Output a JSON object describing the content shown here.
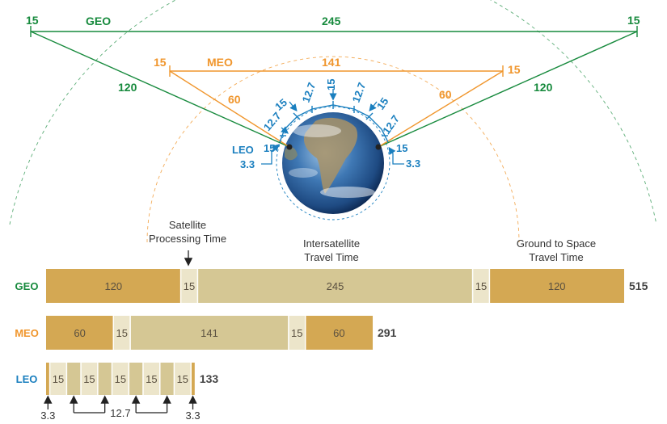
{
  "colors": {
    "geo": "#178a3d",
    "meo": "#f0962d",
    "leo": "#1a7fbf",
    "ground": "#d4a853",
    "processing": "#ece5ca",
    "intersat": "#d5c794",
    "total": "#444444"
  },
  "orbit_diagram": {
    "geo": {
      "label": "GEO",
      "sat_proc_left": "15",
      "intersat": "245",
      "sat_proc_right": "15",
      "uplink": "120",
      "downlink": "120"
    },
    "meo": {
      "label": "MEO",
      "sat_proc_left": "15",
      "intersat": "141",
      "sat_proc_right": "15",
      "uplink": "60",
      "downlink": "60"
    },
    "leo": {
      "label": "LEO",
      "proc_labels": [
        "15",
        "15",
        "15",
        "15",
        "15",
        "15"
      ],
      "hop_labels": [
        "12.7",
        "12.7",
        "12.7",
        "12.7"
      ],
      "ground_left": "3.3",
      "ground_right": "3.3"
    },
    "earth_icon": "earth-globe"
  },
  "header_labels": {
    "processing": "Satellite Processing Time",
    "intersat": "Intersatellite Travel Time",
    "ground": "Ground to Space Travel Time"
  },
  "bars": {
    "geo": {
      "label": "GEO",
      "total": "515",
      "segments": [
        {
          "type": "ground",
          "value": 120,
          "text": "120"
        },
        {
          "type": "processing",
          "value": 15,
          "text": "15"
        },
        {
          "type": "intersat",
          "value": 245,
          "text": "245"
        },
        {
          "type": "processing",
          "value": 15,
          "text": "15"
        },
        {
          "type": "ground",
          "value": 120,
          "text": "120"
        }
      ]
    },
    "meo": {
      "label": "MEO",
      "total": "291",
      "segments": [
        {
          "type": "ground",
          "value": 60,
          "text": "60"
        },
        {
          "type": "processing",
          "value": 15,
          "text": "15"
        },
        {
          "type": "intersat",
          "value": 141,
          "text": "141"
        },
        {
          "type": "processing",
          "value": 15,
          "text": "15"
        },
        {
          "type": "ground",
          "value": 60,
          "text": "60"
        }
      ]
    },
    "leo": {
      "label": "LEO",
      "total": "133",
      "segments": [
        {
          "type": "ground",
          "value": 3.3,
          "text": ""
        },
        {
          "type": "processing",
          "value": 15,
          "text": "15"
        },
        {
          "type": "intersat",
          "value": 12.7,
          "text": ""
        },
        {
          "type": "processing",
          "value": 15,
          "text": "15"
        },
        {
          "type": "intersat",
          "value": 12.7,
          "text": ""
        },
        {
          "type": "processing",
          "value": 15,
          "text": "15"
        },
        {
          "type": "intersat",
          "value": 12.7,
          "text": ""
        },
        {
          "type": "processing",
          "value": 15,
          "text": "15"
        },
        {
          "type": "intersat",
          "value": 12.7,
          "text": ""
        },
        {
          "type": "processing",
          "value": 15,
          "text": "15"
        },
        {
          "type": "ground",
          "value": 3.3,
          "text": ""
        }
      ]
    },
    "leo_annotations": {
      "ground_left": "3.3",
      "hop": "12.7",
      "ground_right": "3.3"
    }
  }
}
